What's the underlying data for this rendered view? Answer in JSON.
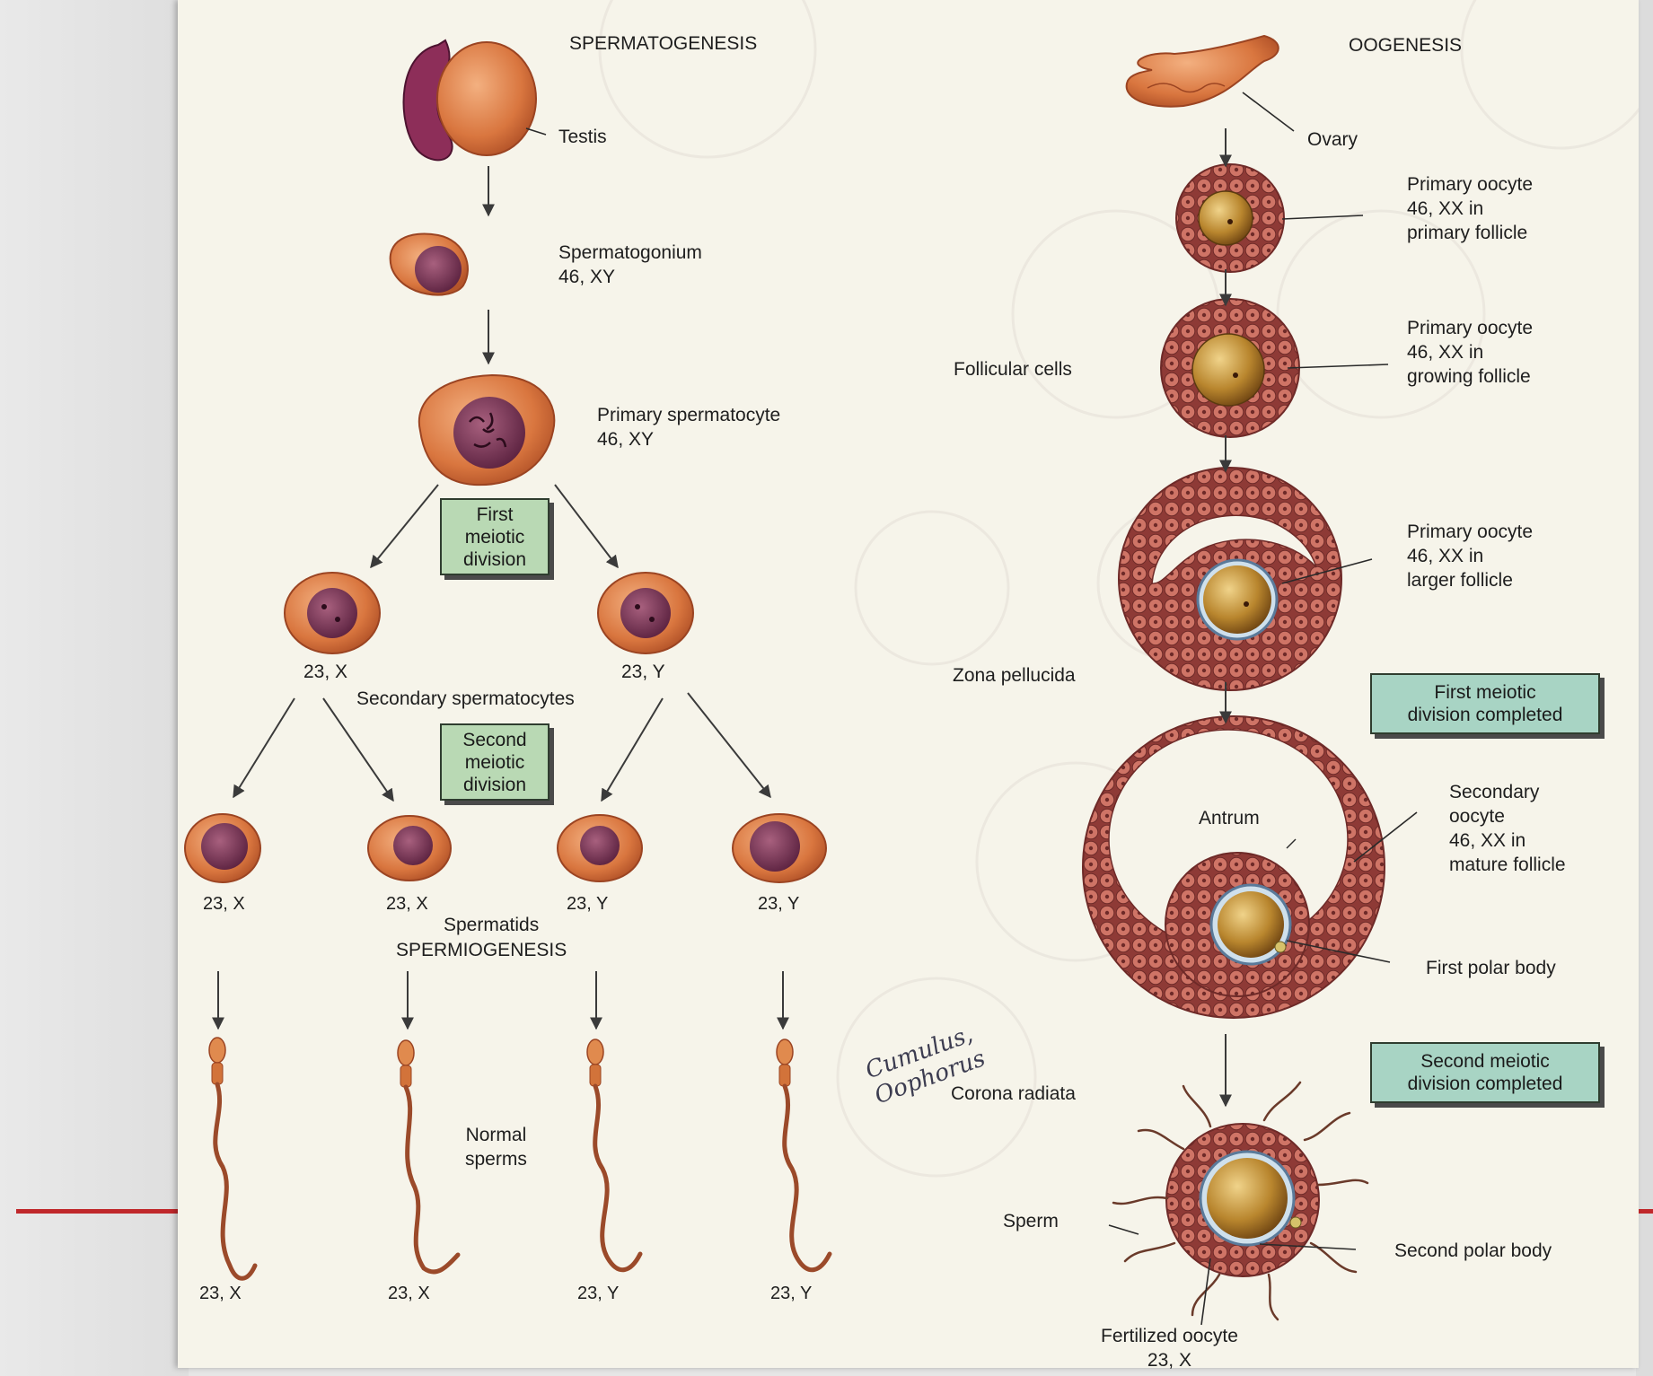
{
  "colors": {
    "cell_fill": "#d9763f",
    "nucleus": "#7a3a5a",
    "follicle_cell": "#b8524a",
    "oocyte": "#b9862e",
    "box_green": "#b9d9b4",
    "box_teal": "#a8d4c4",
    "red_rule": "#c0282b",
    "arrow": "#3a3a3a"
  },
  "spermatogenesis": {
    "title": "SPERMATOGENESIS",
    "testis": "Testis",
    "spermatogonium": "Spermatogonium\n46, XY",
    "primary_spermatocyte": "Primary spermatocyte\n46, XY",
    "first_division": "First\nmeiotic\ndivision",
    "secondary_left": "23, X",
    "secondary_right": "23, Y",
    "secondary_label": "Secondary spermatocytes",
    "second_division": "Second\nmeiotic\ndivision",
    "spermatid_labels": [
      "23, X",
      "23, X",
      "23, Y",
      "23, Y"
    ],
    "spermatids": "Spermatids",
    "spermiogenesis": "SPERMIOGENESIS",
    "normal_sperms": "Normal\nsperms",
    "sperm_labels": [
      "23, X",
      "23, X",
      "23, Y",
      "23, Y"
    ]
  },
  "oogenesis": {
    "title": "OOGENESIS",
    "ovary": "Ovary",
    "primary_oocyte_1": "Primary oocyte\n46, XX in\nprimary follicle",
    "follicular_cells": "Follicular cells",
    "primary_oocyte_2": "Primary oocyte\n46, XX in\ngrowing follicle",
    "primary_oocyte_3": "Primary oocyte\n46, XX in\nlarger follicle",
    "zona_pellucida": "Zona pellucida",
    "first_division_completed": "First meiotic\ndivision completed",
    "antrum": "Antrum",
    "secondary_oocyte": "Secondary\noocyte\n46, XX in\nmature follicle",
    "first_polar_body": "First polar body",
    "second_division_completed": "Second meiotic\ndivision completed",
    "corona_radiata": "Corona radiata",
    "sperm": "Sperm",
    "second_polar_body": "Second polar body",
    "fertilized_oocyte": "Fertilized oocyte\n23, X"
  },
  "handwritten_note": "Cumulus,\nOophorus"
}
